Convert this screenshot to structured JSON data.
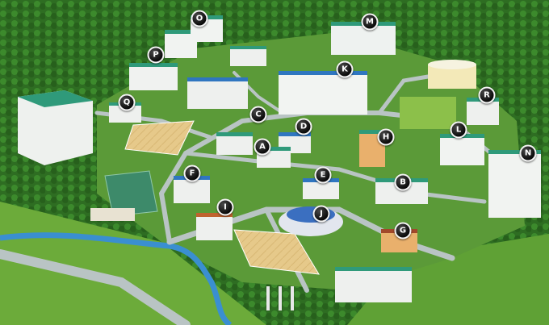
{
  "markers": [
    {
      "id": "marker-o",
      "label": "O"
    },
    {
      "id": "marker-m",
      "label": "M"
    },
    {
      "id": "marker-p",
      "label": "P"
    },
    {
      "id": "marker-k",
      "label": "K"
    },
    {
      "id": "marker-q",
      "label": "Q"
    },
    {
      "id": "marker-c",
      "label": "C"
    },
    {
      "id": "marker-r",
      "label": "R"
    },
    {
      "id": "marker-d",
      "label": "D"
    },
    {
      "id": "marker-a",
      "label": "A"
    },
    {
      "id": "marker-h",
      "label": "H"
    },
    {
      "id": "marker-l",
      "label": "L"
    },
    {
      "id": "marker-f",
      "label": "F"
    },
    {
      "id": "marker-e",
      "label": "E"
    },
    {
      "id": "marker-n",
      "label": "N"
    },
    {
      "id": "marker-b",
      "label": "B"
    },
    {
      "id": "marker-i",
      "label": "I"
    },
    {
      "id": "marker-j",
      "label": "J"
    },
    {
      "id": "marker-g",
      "label": "G"
    }
  ],
  "colors": {
    "forest": "#2f6f24",
    "grass": "#6cab3a",
    "road": "#b9c4c4",
    "river": "#3a8fd0",
    "roof": "#2f9a7a",
    "field": "#e6c98a"
  }
}
